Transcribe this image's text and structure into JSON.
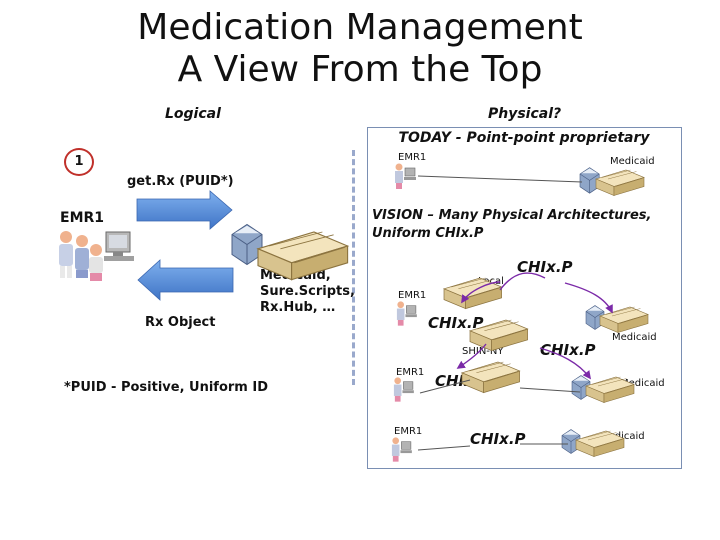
{
  "title": {
    "line1": "Medication Management",
    "line2": "A View From the Top"
  },
  "labels": {
    "logical": "Logical",
    "physical": "Physical?",
    "today": "TODAY - Point-point proprietary",
    "badge": "1",
    "getrx": "get.Rx (PUID*)",
    "emr1_left": "EMR1",
    "rx_object": "Rx Object",
    "medicaid_sources_line1": "Medicaid,",
    "medicaid_sources_line2": "Sure.Scripts,",
    "medicaid_sources_line3": "Rx.Hub, …",
    "puid_note": "*PUID -  Positive, Uniform ID",
    "vision_line1": "VISION – Many Physical Architectures,",
    "vision_line2": "Uniform CHIx.P"
  },
  "today_panel": {
    "emr": "EMR1",
    "medicaid": "Medicaid"
  },
  "vision_panel": {
    "local": "Local",
    "chixp_top": "CHIx.P",
    "emr_a": "EMR1",
    "chixp_mid": "CHIx.P",
    "medicaid_a": "Medicaid",
    "shin": "SHIN-NY",
    "chixp_right": "CHIx.P",
    "emr_b": "EMR1",
    "chixp_b": "CHIx.P",
    "medicaid_b": "Medicaid",
    "emr_c": "EMR1",
    "chixp_c": "CHIx.P",
    "medicaid_c": "Medicaid"
  },
  "colors": {
    "arrow": "#4f86d6",
    "badge_border": "#c0302a",
    "panel_border": "#7a8fb3",
    "dash": "#9aa9cc",
    "link": "#7b2aa8"
  }
}
